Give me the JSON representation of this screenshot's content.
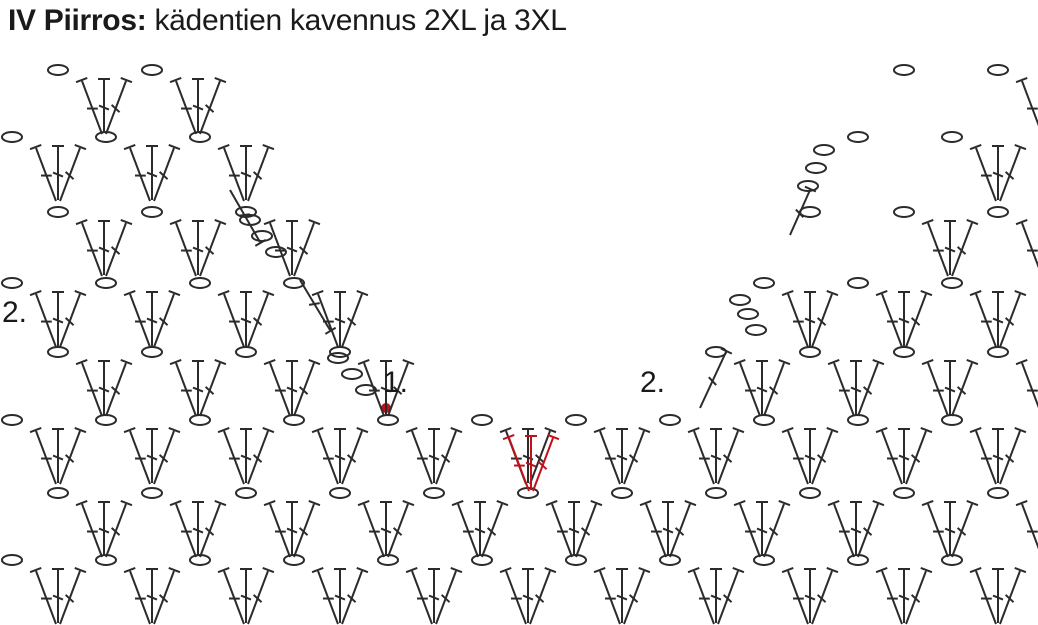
{
  "title": {
    "bold": "IV Piirros:",
    "text": "kädentien kavennus 2XL ja 3XL"
  },
  "labels": {
    "start_marker": "1.",
    "turn_left": "2.",
    "turn_right": "2."
  },
  "colors": {
    "ink": "#2b2b2b",
    "highlight": "#c0101a"
  },
  "symbols": {
    "chain": "chain-stitch-oval",
    "treble": "treble-crochet",
    "start": "start-dot"
  }
}
